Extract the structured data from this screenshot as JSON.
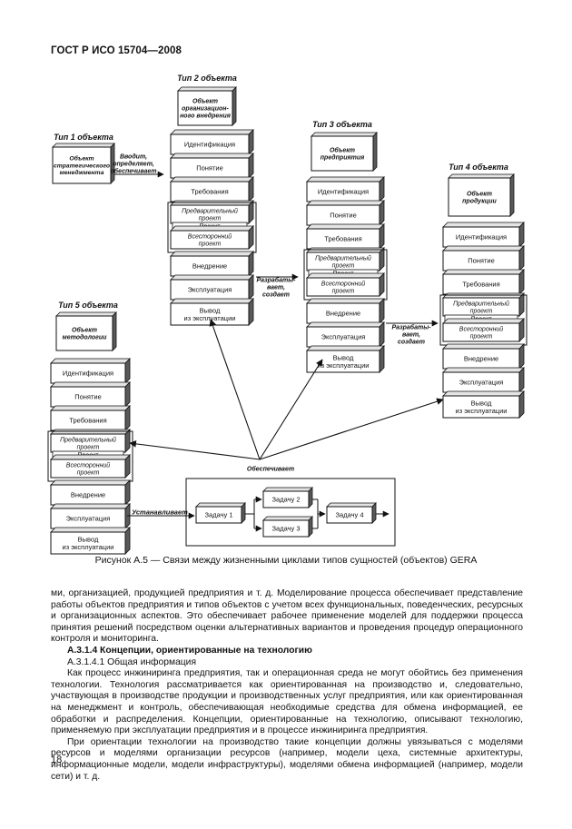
{
  "header": "ГОСТ Р ИСО 15704—2008",
  "figure": {
    "type2": {
      "title": "Тип 2 объекта",
      "head": [
        "Объект",
        "организацион-",
        "ного внедрения"
      ],
      "rows": [
        "Идентификация",
        "Понятие",
        "Требования"
      ],
      "pre": [
        "Предварительный",
        "проект"
      ],
      "proj": "Проект",
      "full": [
        "Всесторонний",
        "проект"
      ],
      "rows2": [
        "Внедрение",
        "Эксплуатация"
      ],
      "out": [
        "Вывод",
        "из эксплуатации"
      ]
    },
    "type3": {
      "title": "Тип 3 объекта",
      "head": [
        "Объект",
        "предприятия"
      ],
      "rows": [
        "Идентификация",
        "Понятие",
        "Требования"
      ],
      "pre": [
        "Предварительный",
        "проект"
      ],
      "proj": "Проект",
      "full": [
        "Всесторонний",
        "проект"
      ],
      "rows2": [
        "Внедрение",
        "Эксплуатация"
      ],
      "out": [
        "Вывод",
        "из эксплуатации"
      ]
    },
    "type4": {
      "title": "Тип 4 объекта",
      "head": [
        "Объект",
        "продукции"
      ],
      "rows": [
        "Идентификация",
        "Понятие",
        "Требования"
      ],
      "pre": [
        "Предварительный",
        "проект"
      ],
      "proj": "Проект",
      "full": [
        "Всесторонний",
        "проект"
      ],
      "rows2": [
        "Внедрение",
        "Эксплуатация"
      ],
      "out": [
        "Вывод",
        "из эксплуатации"
      ]
    },
    "type5": {
      "title": "Тип 5 объекта",
      "head": [
        "Объект",
        "методологии"
      ],
      "rows": [
        "Идентификация",
        "Понятие",
        "Требования"
      ],
      "pre": [
        "Предварительный",
        "проект"
      ],
      "proj": "Проект",
      "full": [
        "Всесторонний",
        "проект"
      ],
      "rows2": [
        "Внедрение",
        "Эксплуатация"
      ],
      "out": [
        "Вывод",
        "из эксплуатации"
      ]
    },
    "type1": {
      "title": "Тип 1 объекта",
      "head": [
        "Объект",
        "стратегического",
        "менеджмента"
      ],
      "note": [
        "Вводит,",
        "определяет,",
        "обеспечивает"
      ]
    },
    "develops_1": [
      "Разрабаты-",
      "вает,",
      "создает"
    ],
    "develops_2": [
      "Разрабаты-",
      "вает,",
      "создает"
    ],
    "supports": "Обеспечивает",
    "establishes": "Устанавливает",
    "tasks": [
      "Задачу 1",
      "Задачу 2",
      "Задачу 3",
      "Задачу 4"
    ]
  },
  "caption": "Рисунок А.5 — Связи между жизненными циклами типов сущностей (объектов) GERA",
  "paragraphs": {
    "p1": "ми, организацией, продукцией предприятия и т. д. Моделирование процесса обеспечивает представление работы объектов предприятия и типов объектов с учетом всех функциональных, поведенческих, ресурсных и организационных аспектов. Это обеспечивает рабочее применение моделей для поддержки процесса принятия решений посредством оценки альтернативных вариантов и проведения процедур операционного контроля и мониторинга.",
    "h1": "А.3.1.4 Концепции, ориентированные на технологию",
    "h2": "А.3.1.4.1 Общая информация",
    "p2": "Как процесс инжиниринга предприятия, так и операционная среда не могут обойтись без применения технологии. Технология рассматривается как ориентированная на производство и, следовательно, участвующая в производстве продукции и производственных услуг предприятия, или как ориентированная на менеджмент и контроль, обеспечивающая необходимые средства для обмена информацией, ее обработки и распределения. Концепции, ориентированные на технологию, описывают технологию, применяемую при эксплуатации предприятия и в процессе инжиниринга предприятия.",
    "p3": "При ориентации технологии на производство такие концепции должны увязываться с моделями ресурсов и моделями организации ресурсов (например, модели цеха, системные архитектуры, информационные модели, модели инфраструктуры), моделями обмена информацией (например, модели сети) и т. д."
  },
  "page_number": "18"
}
